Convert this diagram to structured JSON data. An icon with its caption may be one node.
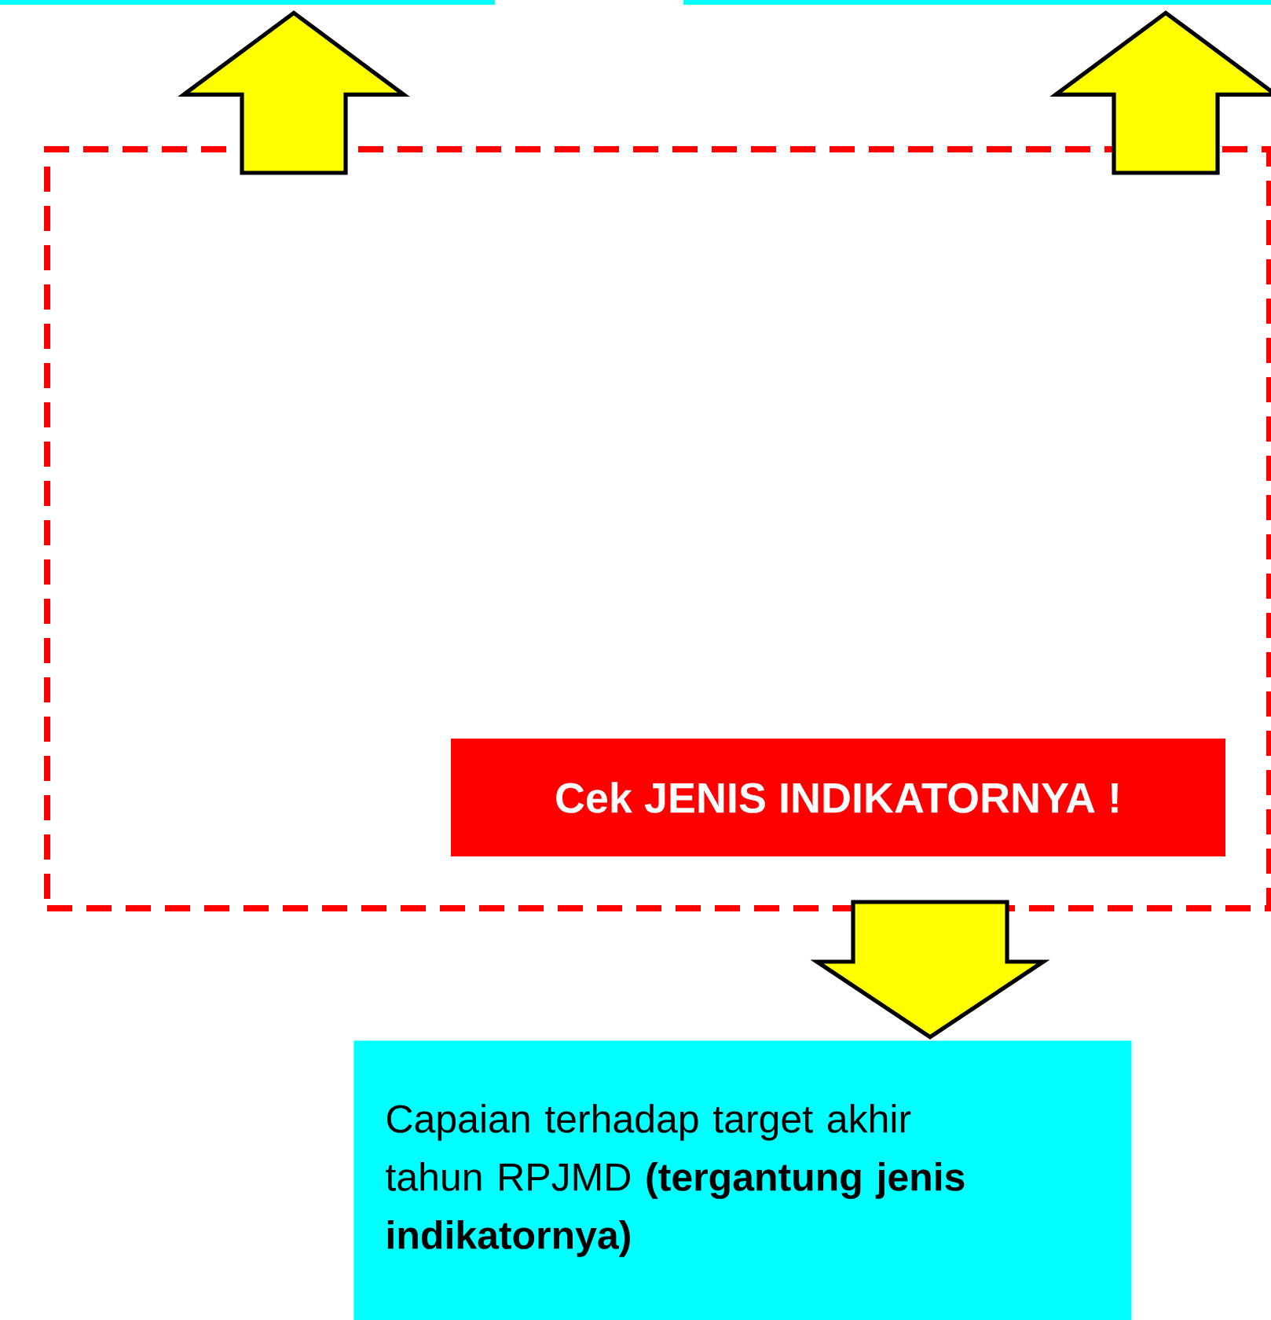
{
  "diagram": {
    "nodes": [
      {
        "text": [],
        "shape": "box"
      },
      {
        "text": [],
        "shape": "box"
      },
      {
        "text": [],
        "shape": "box"
      },
      {
        "text": [
          "Cek JENIS INDIKATORNYA !"
        ],
        "in": 2
      },
      {
        "text": [
          "Capaian terhadap target akhir tahun RPJMD **(tergantung jenis indikatornya)**"
        ]
      }
    ],
    "edges": [
      {
        "from": 2,
        "to": 0,
        "arrow": "to"
      },
      {
        "from": 2,
        "to": 1,
        "arrow": "to"
      },
      {
        "from": 2,
        "to": 4,
        "arrow": "to"
      }
    ]
  }
}
